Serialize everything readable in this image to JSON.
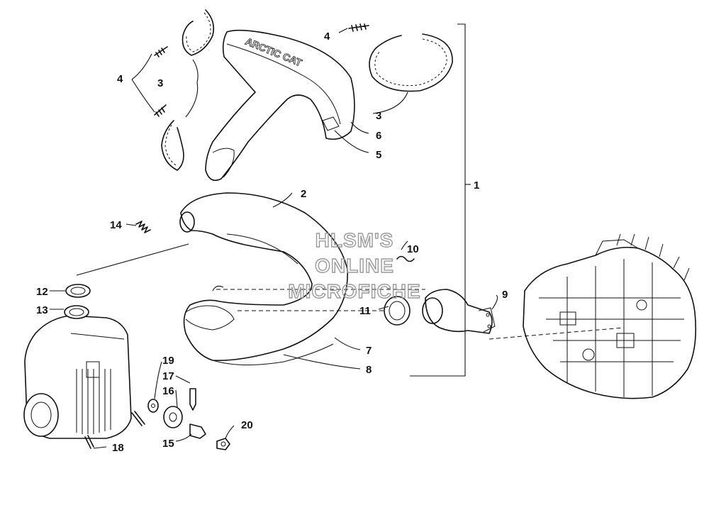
{
  "callouts": {
    "c1": "1",
    "c2": "2",
    "c3a": "3",
    "c3b": "3",
    "c4a": "4",
    "c4b": "4",
    "c5": "5",
    "c6": "6",
    "c7": "7",
    "c8": "8",
    "c9": "9",
    "c10": "10",
    "c11": "11",
    "c12": "12",
    "c13": "13",
    "c14": "14",
    "c15": "15",
    "c16": "16",
    "c17": "17",
    "c18": "18",
    "c19": "19",
    "c20": "20"
  },
  "watermark": {
    "line1": "HLSM'S",
    "line2": "ONLINE",
    "line3": "MICROFICHE"
  },
  "brand_logo": "ARCTIC CAT"
}
